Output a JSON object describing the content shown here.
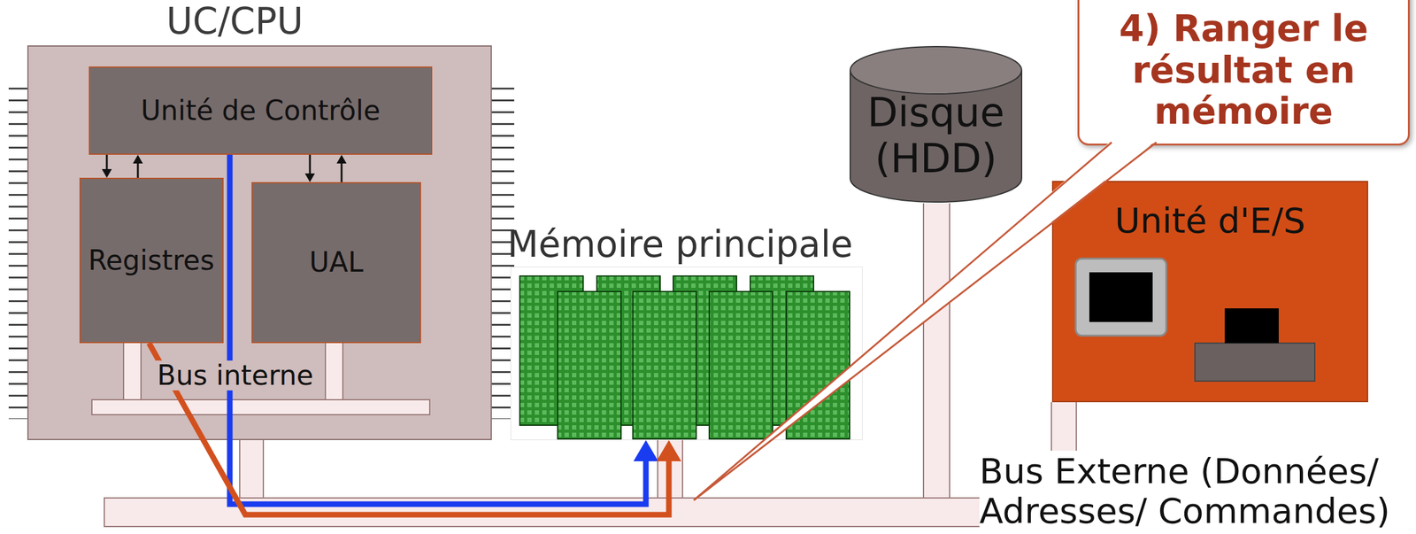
{
  "diagram": {
    "nodes": [
      {
        "text": [
          "UC/CPU"
        ]
      },
      {
        "text": [
          "Unité de Contrôle"
        ],
        "in": 0
      },
      {
        "text": [
          "Registres"
        ],
        "in": 0
      },
      {
        "text": [
          "UAL"
        ],
        "in": 0
      },
      {
        "text": [
          "Bus interne"
        ],
        "in": 0
      },
      {
        "text": [
          "Mémoire principale"
        ]
      },
      {
        "text": [
          "Disque (HDD)"
        ]
      },
      {
        "text": [
          "Unité d'E/S"
        ]
      },
      {
        "text": [
          "Bus Externe (Données/ Adresses/ Commandes)"
        ]
      },
      {
        "text": [
          "4) Ranger le résultat en mémoire"
        ]
      }
    ],
    "edges": [
      {
        "from": 2,
        "to": 4,
        "arrow": "none"
      },
      {
        "from": 3,
        "to": 4,
        "arrow": "none"
      },
      {
        "from": 0,
        "to": 8,
        "arrow": "none"
      },
      {
        "from": 5,
        "to": 8,
        "arrow": "none"
      },
      {
        "from": 6,
        "to": 8,
        "arrow": "none"
      },
      {
        "from": 7,
        "to": 8,
        "arrow": "none"
      },
      {
        "from": 1,
        "to": 2,
        "arrow": "to"
      },
      {
        "from": 2,
        "to": 1,
        "arrow": "to"
      },
      {
        "from": 1,
        "to": 3,
        "arrow": "to"
      },
      {
        "from": 3,
        "to": 1,
        "arrow": "to"
      },
      {
        "from": 1,
        "to": 5,
        "arrow": "to"
      },
      {
        "from": 2,
        "to": 5,
        "arrow": "to"
      }
    ]
  }
}
